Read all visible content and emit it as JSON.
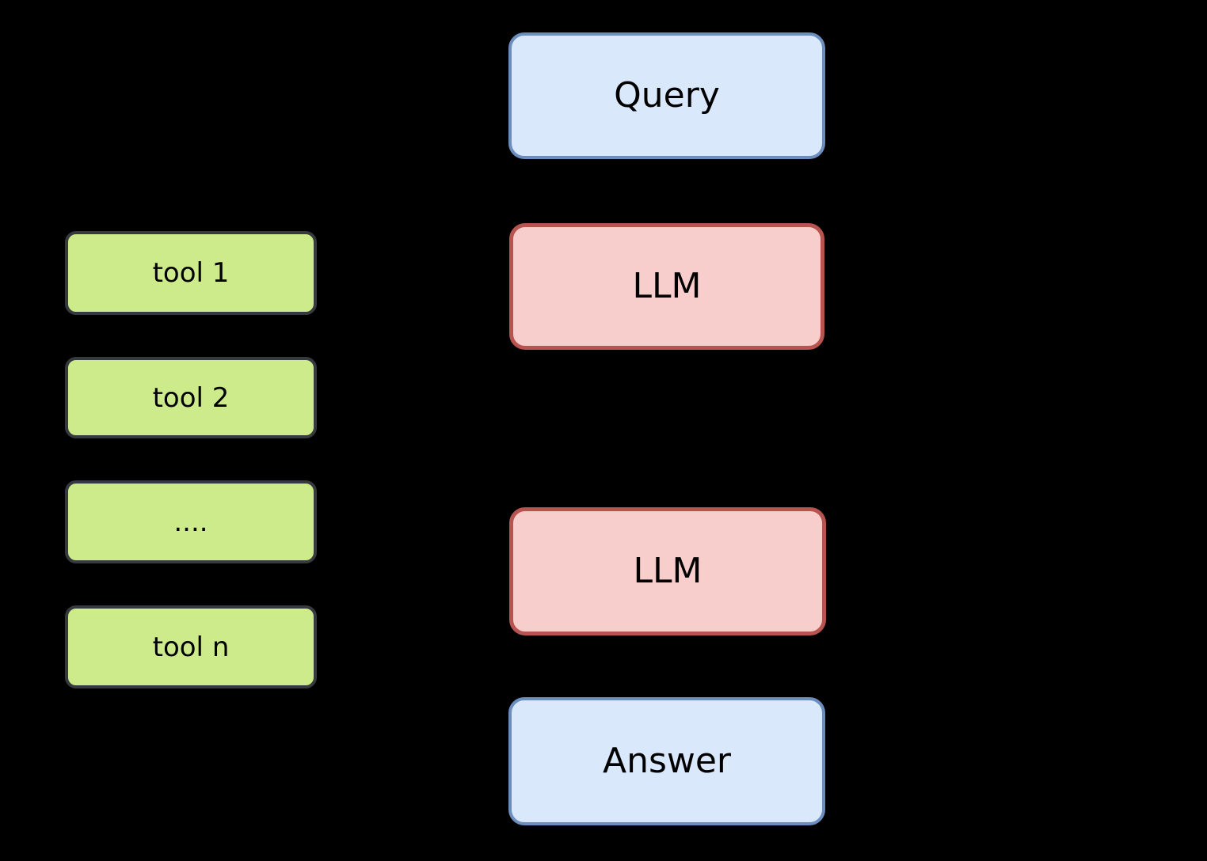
{
  "canvas": {
    "background": "#000000",
    "text_color": "#000000"
  },
  "tools": {
    "fill": "#cdeb8b",
    "stroke": "#36393d",
    "items": [
      {
        "label": "tool 1"
      },
      {
        "label": "tool 2"
      },
      {
        "label": "...."
      },
      {
        "label": "tool n"
      }
    ]
  },
  "flow": {
    "items": [
      {
        "label": "Query",
        "fill": "#dae8fc",
        "stroke": "#6c8ebf"
      },
      {
        "label": "LLM",
        "fill": "#f8cecc",
        "stroke": "#b85450"
      },
      {
        "label": "LLM",
        "fill": "#f8cecc",
        "stroke": "#b85450"
      },
      {
        "label": "Answer",
        "fill": "#dae8fc",
        "stroke": "#6c8ebf"
      }
    ]
  }
}
